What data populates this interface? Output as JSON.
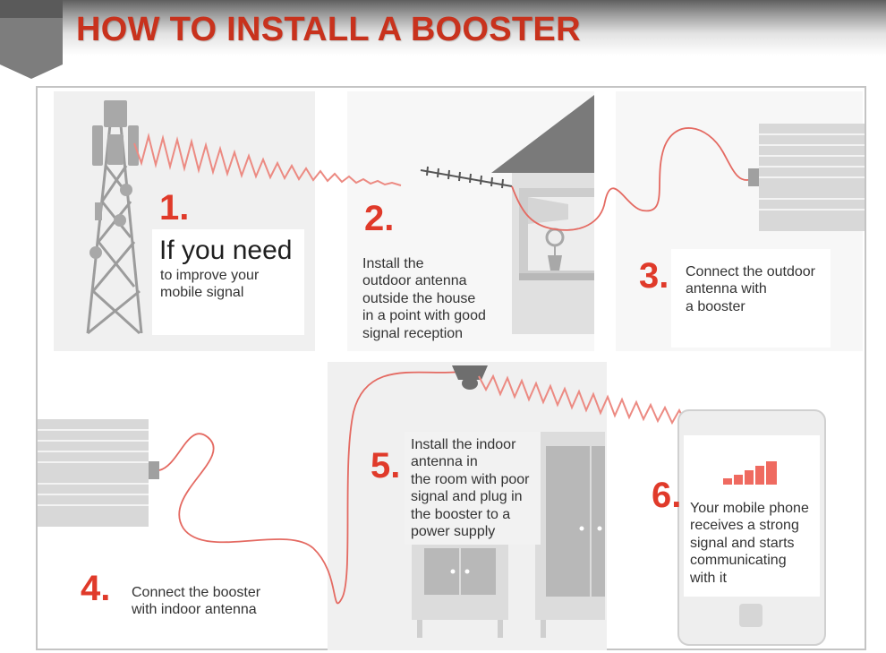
{
  "header": {
    "title": "HOW TO INSTALL A BOOSTER"
  },
  "colors": {
    "accent": "#e03a2a",
    "title": "#c8321d",
    "panel": "#f0f0f0",
    "illustration": "#a9a9a9"
  },
  "steps": [
    {
      "number": "1.",
      "headline": "If you need",
      "text": "to improve  your\nmobile signal"
    },
    {
      "number": "2.",
      "text": "Install the\noutdoor antenna\noutside the house\nin a point with good\nsignal reception"
    },
    {
      "number": "3.",
      "text": "Connect the outdoor\nantenna with\na booster"
    },
    {
      "number": "4.",
      "text": "Connect the booster\nwith indoor antenna"
    },
    {
      "number": "5.",
      "text": "Install the indoor\nantenna in\nthe room with poor\nsignal and plug in\n the booster to a\n power supply"
    },
    {
      "number": "6.",
      "text": "Your mobile phone\nreceives a strong\nsignal and starts\ncommunicating\nwith it"
    }
  ]
}
